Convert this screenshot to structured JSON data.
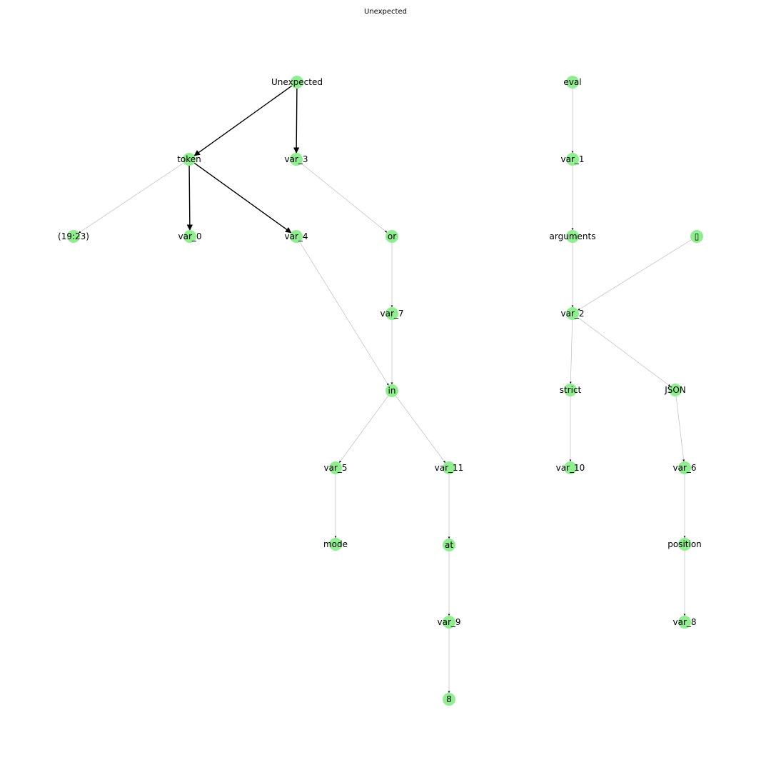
{
  "title": "Unexpected",
  "style": {
    "node_color": "#90ee90",
    "edge_color_strong": "#000000",
    "edge_color_light": "#b3b3b3",
    "label_color": "#000000",
    "background": "#ffffff"
  },
  "nodes": [
    {
      "id": "Unexpected",
      "label": "Unexpected"
    },
    {
      "id": "token",
      "label": "token"
    },
    {
      "id": "var_3",
      "label": "var_3"
    },
    {
      "id": "(19:23)",
      "label": "(19:23)"
    },
    {
      "id": "var_0",
      "label": "var_0"
    },
    {
      "id": "var_4",
      "label": "var_4"
    },
    {
      "id": "or",
      "label": "or"
    },
    {
      "id": "var_7",
      "label": "var_7"
    },
    {
      "id": "in",
      "label": "in"
    },
    {
      "id": "var_5",
      "label": "var_5"
    },
    {
      "id": "var_11",
      "label": "var_11"
    },
    {
      "id": "mode",
      "label": "mode"
    },
    {
      "id": "at",
      "label": "at"
    },
    {
      "id": "var_9",
      "label": "var_9"
    },
    {
      "id": "8",
      "label": "8"
    },
    {
      "id": "eval",
      "label": "eval"
    },
    {
      "id": "var_1",
      "label": "var_1"
    },
    {
      "id": "arguments",
      "label": "arguments"
    },
    {
      "id": "box",
      "label": "▯"
    },
    {
      "id": "var_2",
      "label": "var_2"
    },
    {
      "id": "strict",
      "label": "strict"
    },
    {
      "id": "JSON",
      "label": "JSON"
    },
    {
      "id": "var_10",
      "label": "var_10"
    },
    {
      "id": "var_6",
      "label": "var_6"
    },
    {
      "id": "position",
      "label": "position"
    },
    {
      "id": "var_8",
      "label": "var_8"
    }
  ],
  "edges": [
    {
      "from": "Unexpected",
      "to": "token",
      "weight": "strong"
    },
    {
      "from": "Unexpected",
      "to": "var_3",
      "weight": "strong"
    },
    {
      "from": "token",
      "to": "(19:23)",
      "weight": "light"
    },
    {
      "from": "token",
      "to": "var_0",
      "weight": "strong"
    },
    {
      "from": "token",
      "to": "var_4",
      "weight": "strong"
    },
    {
      "from": "var_3",
      "to": "or",
      "weight": "light"
    },
    {
      "from": "var_4",
      "to": "in",
      "weight": "light"
    },
    {
      "from": "or",
      "to": "var_7",
      "weight": "light"
    },
    {
      "from": "var_7",
      "to": "in",
      "weight": "light"
    },
    {
      "from": "in",
      "to": "var_5",
      "weight": "light"
    },
    {
      "from": "in",
      "to": "var_11",
      "weight": "light"
    },
    {
      "from": "var_5",
      "to": "mode",
      "weight": "light"
    },
    {
      "from": "var_11",
      "to": "at",
      "weight": "light"
    },
    {
      "from": "at",
      "to": "var_9",
      "weight": "light"
    },
    {
      "from": "var_9",
      "to": "8",
      "weight": "light"
    },
    {
      "from": "eval",
      "to": "var_1",
      "weight": "light"
    },
    {
      "from": "var_1",
      "to": "arguments",
      "weight": "light"
    },
    {
      "from": "arguments",
      "to": "var_2",
      "weight": "light"
    },
    {
      "from": "box",
      "to": "var_2",
      "weight": "light"
    },
    {
      "from": "var_2",
      "to": "strict",
      "weight": "light"
    },
    {
      "from": "var_2",
      "to": "JSON",
      "weight": "light"
    },
    {
      "from": "strict",
      "to": "var_10",
      "weight": "light"
    },
    {
      "from": "JSON",
      "to": "var_6",
      "weight": "light"
    },
    {
      "from": "var_6",
      "to": "position",
      "weight": "light"
    },
    {
      "from": "position",
      "to": "var_8",
      "weight": "light"
    }
  ]
}
